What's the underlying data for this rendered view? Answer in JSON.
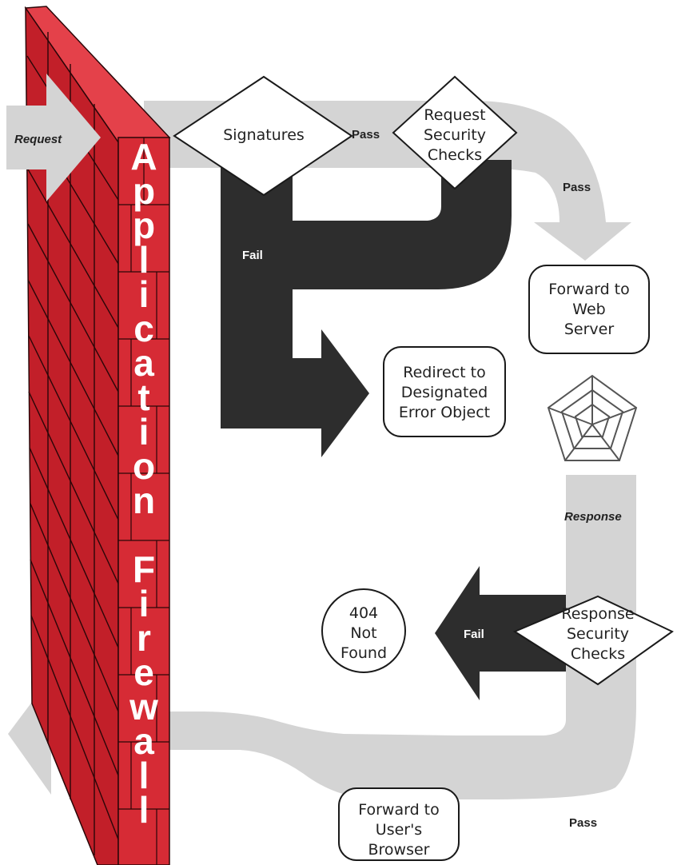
{
  "wall": {
    "title": "Application Firewall"
  },
  "flow_labels": {
    "request": "Request",
    "pass_signatures": "Pass",
    "pass_checks": "Pass",
    "fail_request": "Fail",
    "response": "Response",
    "fail_response": "Fail",
    "pass_response": "Pass"
  },
  "nodes": {
    "signatures": [
      "Signatures"
    ],
    "request_security_checks": [
      "Request",
      "Security",
      "Checks"
    ],
    "forward_web_server": [
      "Forward to",
      "Web",
      "Server"
    ],
    "redirect_error": [
      "Redirect to",
      "Designated",
      "Error Object"
    ],
    "response_security_checks": [
      "Response",
      "Security",
      "Checks"
    ],
    "not_found": [
      "404",
      "Not",
      "Found"
    ],
    "forward_browser": [
      "Forward to",
      "User's",
      "Browser"
    ]
  },
  "icons": {
    "web_server": "spider-web-icon"
  },
  "colors": {
    "wall_front": "#d62b35",
    "wall_side": "#c21f29",
    "wall_top": "#e4414a",
    "mortar": "#2a0608",
    "pass_arrow": "#d4d4d4",
    "fail_arrow": "#2d2d2d",
    "node_fill": "#ffffff",
    "node_stroke": "#1a1a1a"
  }
}
